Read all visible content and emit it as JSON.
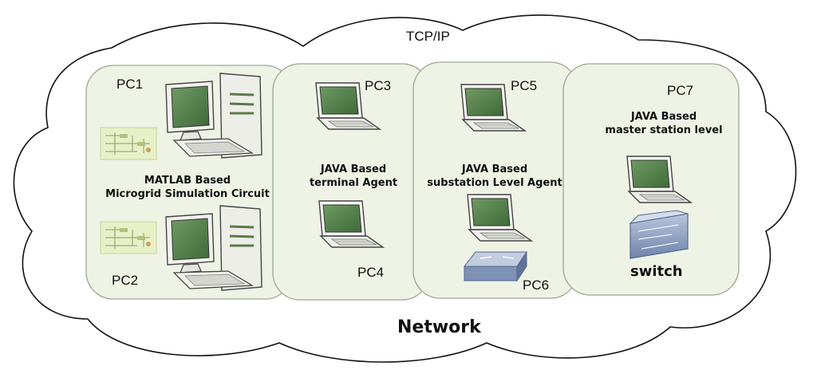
{
  "protocol_label": "TCP/IP",
  "network_label": "Network",
  "groups": [
    {
      "pcs": [
        "PC1",
        "PC2"
      ],
      "desc_line1": "MATLAB Based",
      "desc_line2": "Microgrid Simulation Circuit"
    },
    {
      "pcs": [
        "PC3",
        "PC4"
      ],
      "desc_line1": "JAVA Based",
      "desc_line2": "terminal Agent"
    },
    {
      "pcs": [
        "PC5",
        "PC6"
      ],
      "desc_line1": "JAVA Based",
      "desc_line2": "substation Level Agent"
    },
    {
      "pcs": [
        "PC7"
      ],
      "desc_line1": "JAVA Based",
      "desc_line2": "master station level",
      "device_label": "switch"
    }
  ],
  "icons": {
    "desktop": "desktop-computer-icon",
    "laptop": "laptop-icon",
    "switch": "network-switch-icon",
    "circuit": "circuit-thumbnail-icon"
  },
  "colors": {
    "panel_fill": "#eef3e6",
    "panel_stroke": "#9aa88f",
    "screen": "#4f7a48",
    "switch_blue": "#7d91b5",
    "circuit_bg": "#e8f0c8"
  }
}
